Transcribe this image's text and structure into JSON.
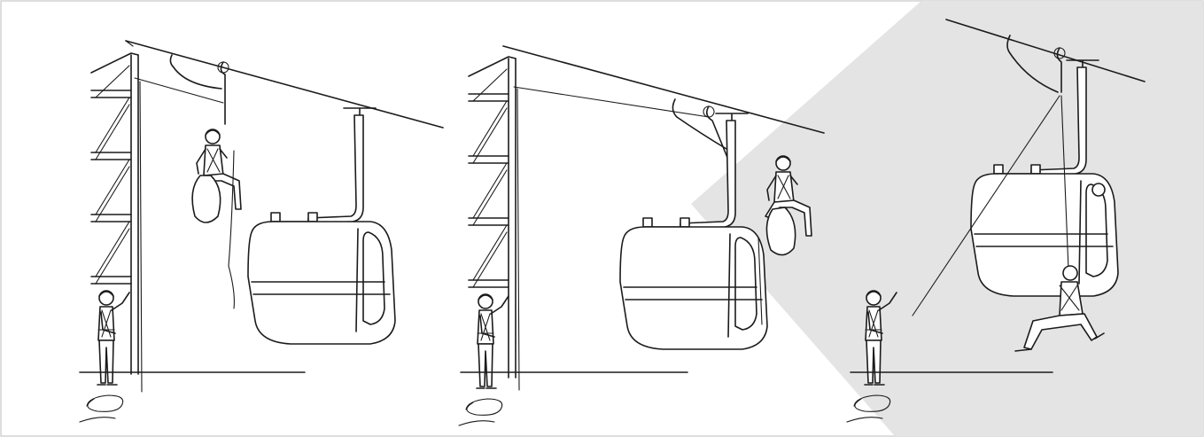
{
  "figure": {
    "panels": [
      {
        "id": "panel-1",
        "caption": ""
      },
      {
        "id": "panel-2",
        "caption": ""
      },
      {
        "id": "panel-3",
        "caption": ""
      }
    ],
    "colors": {
      "line": "#1b1b1b",
      "background": "#ffffff",
      "highlight": "#e4e4e4"
    }
  }
}
